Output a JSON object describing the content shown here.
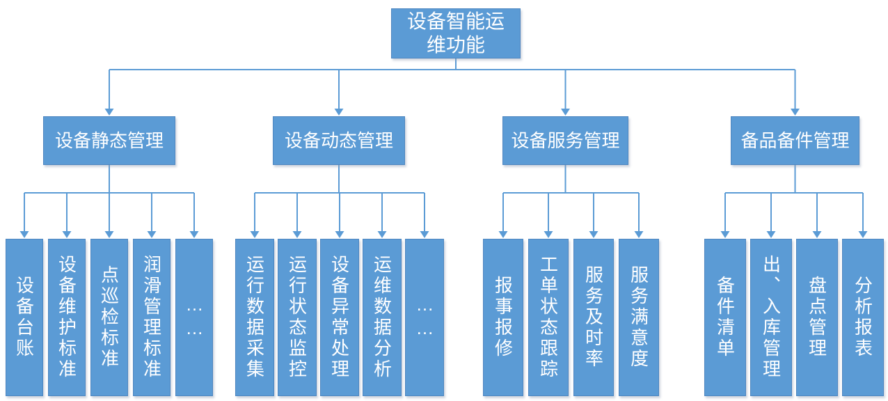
{
  "title": "设备智能运维功能",
  "colors": {
    "box_fill": "#5B9BD5",
    "box_border": "#4E86C0",
    "box_text": "#FFFFFF",
    "connector": "#5B9BD5",
    "background": "#FFFFFF"
  },
  "root": {
    "label": "设备智能运维功能"
  },
  "groups": [
    {
      "label": "设备静态管理",
      "children": [
        "设备台账",
        "设备维护标准",
        "点巡检标准",
        "润滑管理标准",
        "……"
      ]
    },
    {
      "label": "设备动态管理",
      "children": [
        "运行数据采集",
        "运行状态监控",
        "设备异常处理",
        "运维数据分析",
        "……"
      ]
    },
    {
      "label": "设备服务管理",
      "children": [
        "报事报修",
        "工单状态跟踪",
        "服务及时率",
        "服务满意度"
      ]
    },
    {
      "label": "备品备件管理",
      "children": [
        "备件清单",
        "出、入库管理",
        "盘点管理",
        "分析报表"
      ]
    }
  ]
}
